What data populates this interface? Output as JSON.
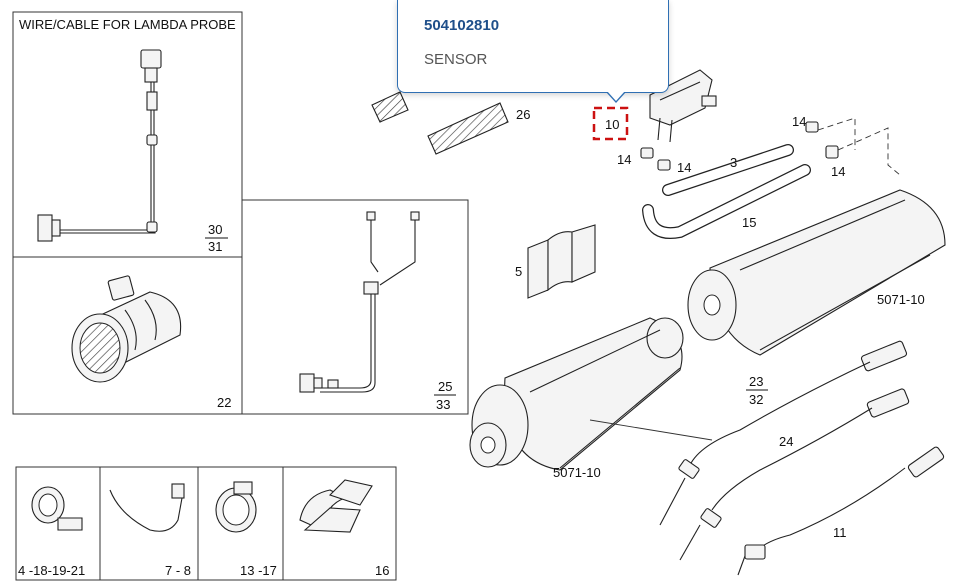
{
  "tooltip": {
    "part_code": "504102810",
    "part_name": "SENSOR"
  },
  "inset_wire": {
    "title": "WIRE/CABLE FOR LAMBDA PROBE",
    "ref_top": "30",
    "ref_bottom": "31"
  },
  "inset_meter": {
    "ref": "22"
  },
  "inset_harness": {
    "ref_top": "25",
    "ref_bottom": "33"
  },
  "small_parts": [
    {
      "ref": "4 -18-19-21"
    },
    {
      "ref": "7 - 8"
    },
    {
      "ref": "13 -17"
    },
    {
      "ref": "16"
    }
  ],
  "callouts": {
    "c26": "26",
    "c10": "10",
    "c14a": "14",
    "c14b": "14",
    "c14c": "14",
    "c14d": "14",
    "c3": "3",
    "c15": "15",
    "c5": "5",
    "c5071_upper": "5071-10",
    "c5071_lower": "5071-10",
    "c23": "23",
    "c32": "32",
    "c24": "24",
    "c11": "11"
  }
}
